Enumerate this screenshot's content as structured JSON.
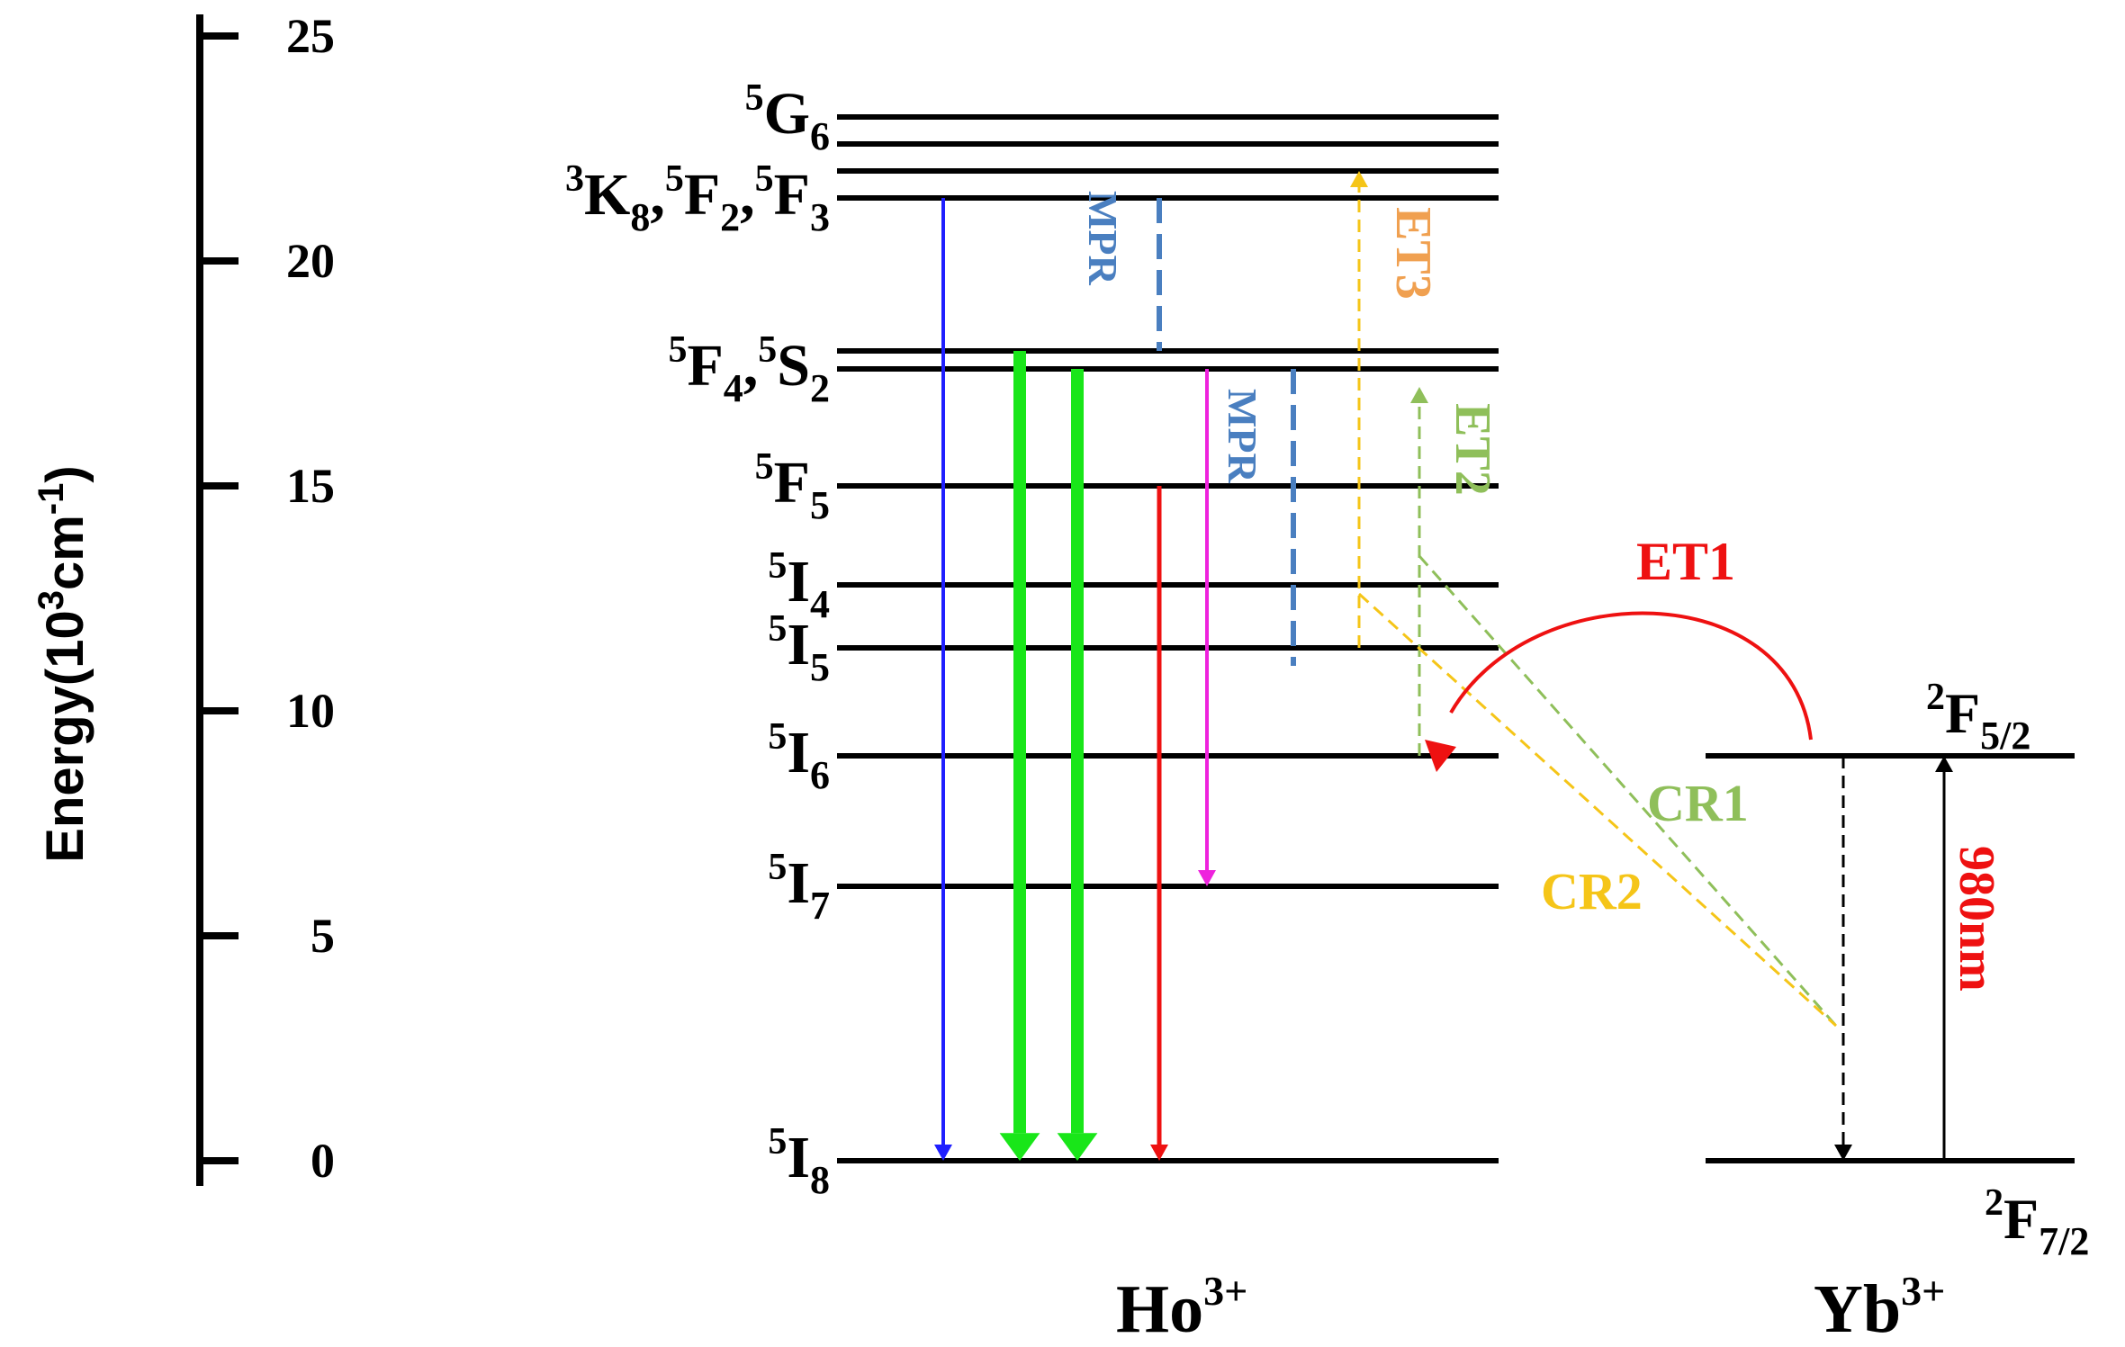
{
  "axis": {
    "label_main": "Energy(10",
    "label_exp": "3",
    "label_unit": "cm",
    "label_unit_exp": "-1",
    "label_close": ")",
    "min": 0,
    "max": 25,
    "ticks": [
      {
        "value": 0,
        "label": "0"
      },
      {
        "value": 5,
        "label": "5"
      },
      {
        "value": 10,
        "label": "10"
      },
      {
        "value": 15,
        "label": "15"
      },
      {
        "value": 20,
        "label": "20"
      },
      {
        "value": 25,
        "label": "25"
      }
    ]
  },
  "ions": {
    "ho": {
      "base": "Ho",
      "sup": "3+"
    },
    "yb": {
      "base": "Yb",
      "sup": "3+"
    }
  },
  "ho_levels": [
    {
      "energy": 23.2
    },
    {
      "energy": 22.6
    },
    {
      "energy": 22.0
    },
    {
      "energy": 21.4
    },
    {
      "energy": 18.0
    },
    {
      "energy": 17.6
    },
    {
      "energy": 15.0
    },
    {
      "energy": 12.8
    },
    {
      "energy": 11.4
    },
    {
      "energy": 9.0
    },
    {
      "energy": 6.1
    },
    {
      "energy": 0.0
    }
  ],
  "ho_level_labels": [
    {
      "energy": 23.2,
      "parts": [
        {
          "sup": "5",
          "base": "G",
          "sub": "6"
        }
      ]
    },
    {
      "energy": 21.4,
      "parts": [
        {
          "sup": "3",
          "base": "K",
          "sub": "8",
          "sep": ","
        },
        {
          "sup": "5",
          "base": "F",
          "sub": "2",
          "sep": ","
        },
        {
          "sup": "5",
          "base": "F",
          "sub": "3"
        }
      ]
    },
    {
      "energy": 17.6,
      "parts": [
        {
          "sup": "5",
          "base": "F",
          "sub": "4",
          "sep": ","
        },
        {
          "sup": "5",
          "base": "S",
          "sub": "2"
        }
      ]
    },
    {
      "energy": 15.0,
      "parts": [
        {
          "sup": "5",
          "base": "F",
          "sub": "5"
        }
      ]
    },
    {
      "energy": 12.8,
      "parts": [
        {
          "sup": "5",
          "base": "I",
          "sub": "4"
        }
      ]
    },
    {
      "energy": 11.4,
      "parts": [
        {
          "sup": "5",
          "base": "I",
          "sub": "5"
        }
      ]
    },
    {
      "energy": 9.0,
      "parts": [
        {
          "sup": "5",
          "base": "I",
          "sub": "6"
        }
      ]
    },
    {
      "energy": 6.1,
      "parts": [
        {
          "sup": "5",
          "base": "I",
          "sub": "7"
        }
      ]
    },
    {
      "energy": 0.0,
      "parts": [
        {
          "sup": "5",
          "base": "I",
          "sub": "8"
        }
      ]
    }
  ],
  "yb_levels": [
    {
      "energy": 9.0,
      "label": {
        "sup": "2",
        "base": "F",
        "sub": "5/2"
      }
    },
    {
      "energy": 0.0,
      "label": {
        "sup": "2",
        "base": "F",
        "sub": "7/2"
      }
    }
  ],
  "transitions": [
    {
      "name": "blue-emission-arrow",
      "kind": "solid",
      "color": "#1f1fff",
      "from": 21.4,
      "to": 0.0,
      "width": 4
    },
    {
      "name": "green-emission-arrow-1",
      "kind": "solid",
      "color": "#19e619",
      "from": 18.0,
      "to": 0.0,
      "width": 14
    },
    {
      "name": "green-emission-arrow-2",
      "kind": "solid",
      "color": "#19e619",
      "from": 17.6,
      "to": 0.0,
      "width": 14
    },
    {
      "name": "red-emission-arrow",
      "kind": "solid",
      "color": "#ee1111",
      "from": 15.0,
      "to": 0.0,
      "width": 5
    },
    {
      "name": "magenta-emission-arrow",
      "kind": "solid",
      "color": "#ee22dd",
      "from": 17.6,
      "to": 6.1,
      "width": 4
    },
    {
      "name": "mpr-upper-dashed-line",
      "kind": "mpr",
      "color": "#4a7fc0",
      "from": 21.4,
      "to": 18.0,
      "width": 6
    },
    {
      "name": "mpr-lower-dashed-line",
      "kind": "mpr",
      "color": "#4a7fc0",
      "from": 17.6,
      "to": 11.0,
      "width": 6
    },
    {
      "name": "et3-dashed-arrow",
      "kind": "dashed",
      "color": "#f5c518",
      "from": 11.4,
      "to": 22.0,
      "width": 3
    },
    {
      "name": "et2-dashed-arrow",
      "kind": "dashed",
      "color": "#8fbf5a",
      "from": 9.0,
      "to": 17.2,
      "width": 3
    },
    {
      "name": "yb-excitation-arrow",
      "kind": "solid",
      "color": "#000000",
      "from": 0.0,
      "to": 9.0,
      "width": 3
    },
    {
      "name": "yb-relaxation-dashed-arrow",
      "kind": "dashed",
      "color": "#000000",
      "from": 9.0,
      "to": 0.0,
      "width": 3
    }
  ],
  "labels": {
    "mpr_upper": "MPR",
    "mpr_lower": "MPR",
    "et1": "ET1",
    "et2": "ET2",
    "et3": "ET3",
    "cr1": "CR1",
    "cr2": "CR2",
    "excitation": "980nm"
  },
  "colors": {
    "et1": "#ee1111",
    "et2": "#8fbf5a",
    "et3": "#f0a050",
    "cr1": "#8fbf5a",
    "cr2": "#f5c518",
    "mpr": "#4a7fc0",
    "excitation": "#ee1111"
  }
}
